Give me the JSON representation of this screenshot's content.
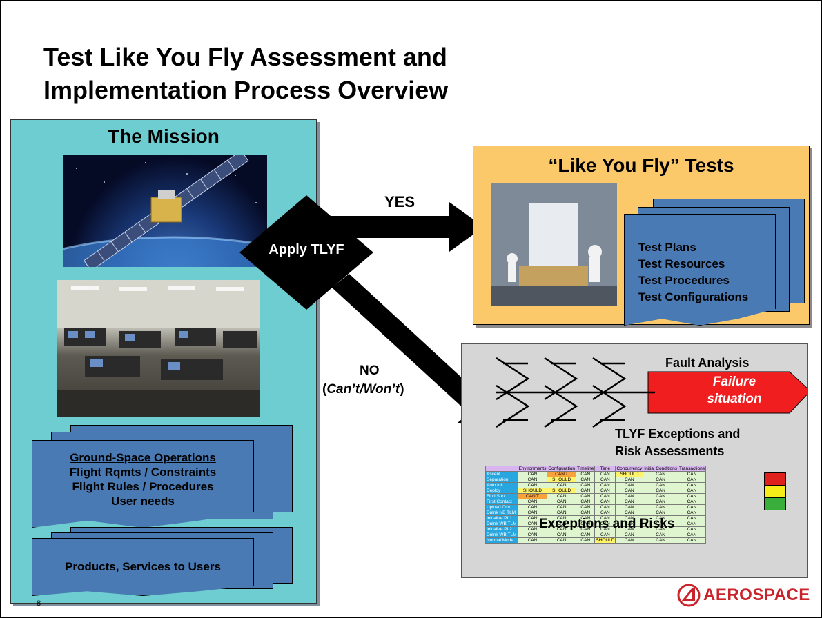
{
  "slide": {
    "title_lines": [
      "Test Like You Fly Assessment and",
      "Implementation Process Overview"
    ],
    "page_number": "8"
  },
  "mission": {
    "title": "The Mission",
    "ground_ops": {
      "heading": "Ground-Space Operations",
      "lines": [
        "Flight Rqmts / Constraints",
        "Flight Rules / Procedures",
        "User needs"
      ]
    },
    "products": "Products, Services to Users"
  },
  "decision": {
    "label": "Apply TLYF",
    "yes_label": "YES",
    "no_label": "NO",
    "no_sub": "Can’t/Won’t"
  },
  "tests": {
    "title": "“Like You Fly” Tests",
    "items": [
      "Test Plans",
      "Test Resources",
      "Test Procedures",
      "Test Configurations"
    ]
  },
  "fault": {
    "title": "Fault Analysis",
    "failure_line1": "Failure",
    "failure_line2": "situation",
    "exceptions_line1": "TLYF Exceptions and",
    "exceptions_line2": "Risk Assessments",
    "table_overlay": "Exceptions and Risks"
  },
  "risk_table": {
    "columns": [
      "Environments",
      "Configuration",
      "Timeline",
      "Time",
      "Concurrency",
      "Initial Conditions",
      "Transactions"
    ],
    "rows": [
      {
        "name": "Ascent",
        "cells": [
          "CAN",
          "CAN'T",
          "CAN",
          "CAN",
          "SHOULD",
          "CAN",
          "CAN"
        ]
      },
      {
        "name": "Separation",
        "cells": [
          "CAN",
          "SHOULD",
          "CAN",
          "CAN",
          "CAN",
          "CAN",
          "CAN"
        ]
      },
      {
        "name": "Auto Init",
        "cells": [
          "CAN",
          "CAN",
          "CAN",
          "CAN",
          "CAN",
          "CAN",
          "CAN"
        ]
      },
      {
        "name": "Deploy",
        "cells": [
          "SHOULD",
          "SHOULD",
          "CAN",
          "CAN",
          "CAN",
          "CAN",
          "CAN"
        ]
      },
      {
        "name": "Find Sun",
        "cells": [
          "CAN'T",
          "CAN",
          "CAN",
          "CAN",
          "CAN",
          "CAN",
          "CAN"
        ]
      },
      {
        "name": "First Contact",
        "cells": [
          "CAN",
          "CAN",
          "CAN",
          "CAN",
          "CAN",
          "CAN",
          "CAN"
        ]
      },
      {
        "name": "Upload Cmd",
        "cells": [
          "CAN",
          "CAN",
          "CAN",
          "CAN",
          "CAN",
          "CAN",
          "CAN"
        ]
      },
      {
        "name": "Dnlnk NB TLM",
        "cells": [
          "CAN",
          "CAN",
          "CAN",
          "CAN",
          "CAN",
          "CAN",
          "CAN"
        ]
      },
      {
        "name": "Initialize PL1",
        "cells": [
          "CAN",
          "CAN",
          "CAN",
          "CAN",
          "CAN",
          "CAN",
          "CAN"
        ]
      },
      {
        "name": "Dnlnk WB TLM",
        "cells": [
          "CAN",
          "CAN",
          "CAN",
          "CAN",
          "CAN",
          "CAN",
          "CAN"
        ]
      },
      {
        "name": "Initialize PL2",
        "cells": [
          "CAN",
          "CAN",
          "CAN",
          "CAN",
          "CAN",
          "CAN",
          "CAN"
        ]
      },
      {
        "name": "Dnlnk WB TLM",
        "cells": [
          "CAN",
          "CAN",
          "CAN",
          "CAN",
          "CAN",
          "CAN",
          "CAN"
        ]
      },
      {
        "name": "Normal Mode",
        "cells": [
          "CAN",
          "CAN",
          "CAN",
          "SHOULD",
          "CAN",
          "CAN",
          "CAN"
        ]
      }
    ]
  },
  "risk_indicator": {
    "colors": [
      "#e0201c",
      "#f5ec1a",
      "#3aae3a"
    ]
  },
  "logo": {
    "text": "AEROSPACE",
    "color": "#c9242b"
  }
}
